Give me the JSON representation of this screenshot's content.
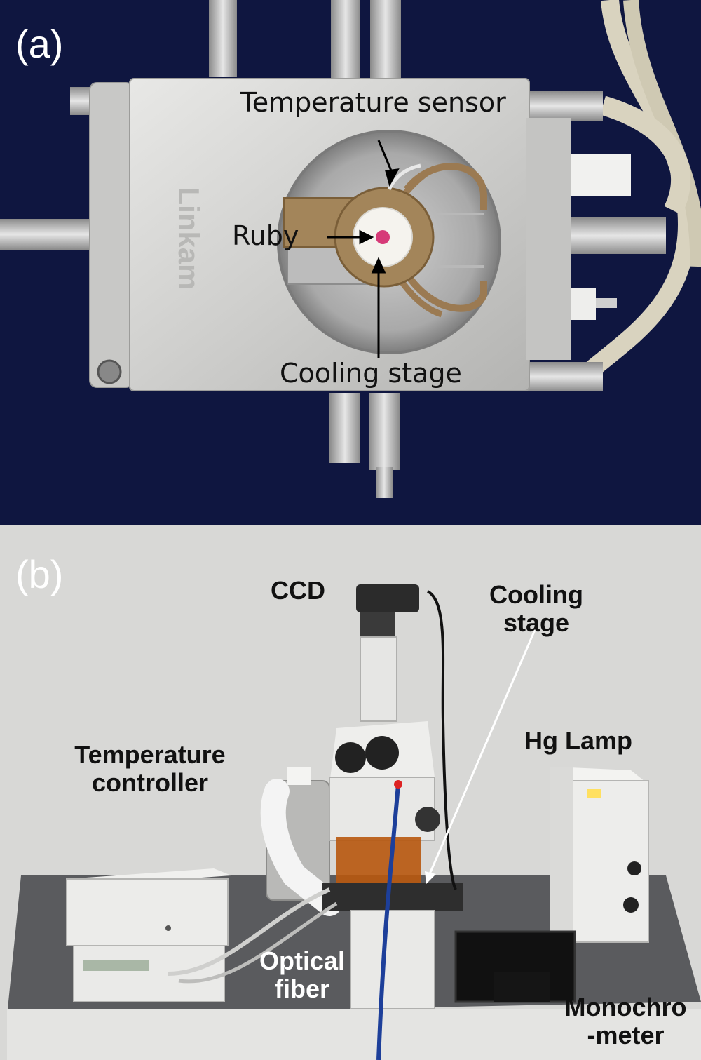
{
  "panel_a": {
    "label": "(a)",
    "annotations": {
      "temperature_sensor": "Temperature sensor",
      "ruby": "Ruby",
      "cooling_stage": "Cooling stage"
    },
    "logo": "Linkam"
  },
  "panel_b": {
    "label": "(b)",
    "annotations": {
      "ccd": "CCD",
      "cooling_stage_line1": "Cooling",
      "cooling_stage_line2": "stage",
      "hg_lamp": "Hg Lamp",
      "temperature_controller_line1": "Temperature",
      "temperature_controller_line2": "controller",
      "optical_fiber_line1": "Optical",
      "optical_fiber_line2": "fiber",
      "monochrometer_line1": "Monochro",
      "monochrometer_line2": "-meter"
    }
  }
}
